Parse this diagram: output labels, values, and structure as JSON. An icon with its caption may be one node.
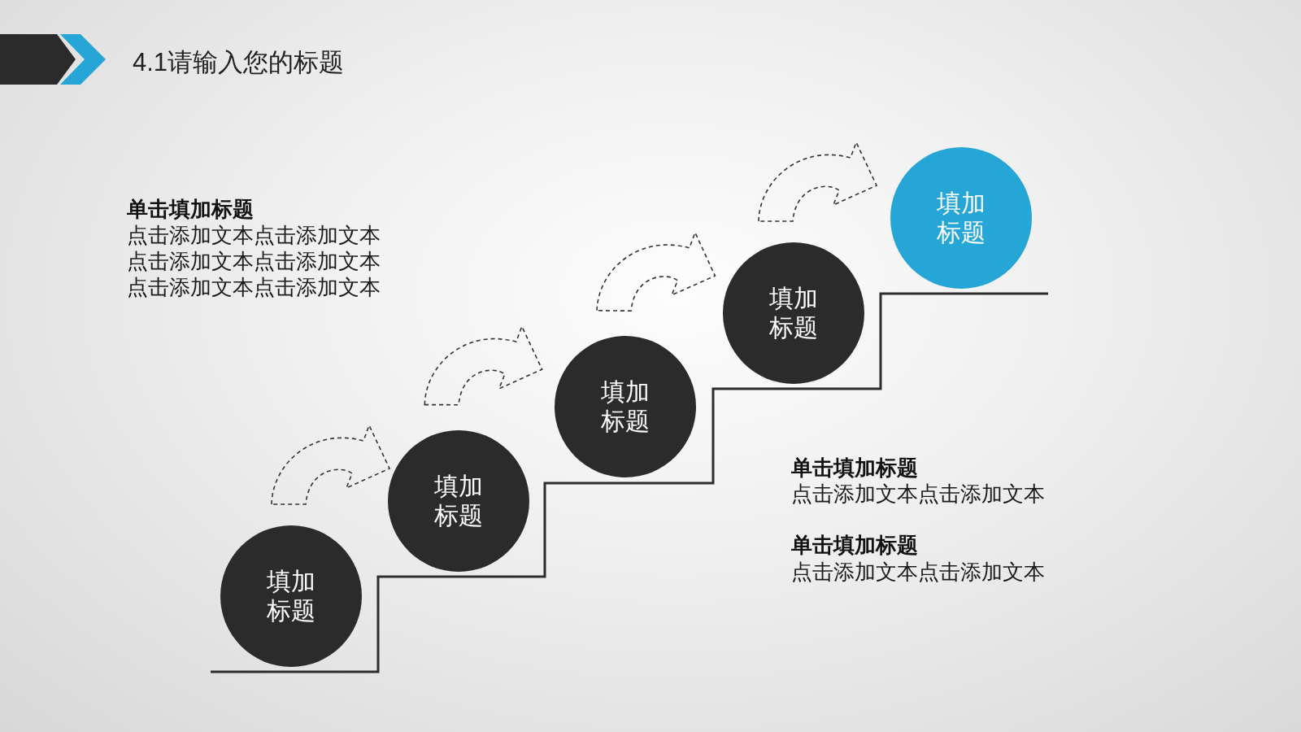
{
  "diagram": {
    "title": "4.1请输入您的标题",
    "nodes": [
      {
        "text": [
          "填加标题"
        ]
      },
      {
        "text": [
          "填加标题"
        ]
      },
      {
        "text": [
          "填加标题"
        ]
      },
      {
        "text": [
          "填加标题"
        ]
      },
      {
        "text": [
          "填加标题"
        ]
      }
    ],
    "edges": [
      {
        "from": 0,
        "to": 1,
        "arrow": "to",
        "style": "dashed"
      },
      {
        "from": 1,
        "to": 2,
        "arrow": "to",
        "style": "dashed"
      },
      {
        "from": 2,
        "to": 3,
        "arrow": "to",
        "style": "dashed"
      },
      {
        "from": 3,
        "to": 4,
        "arrow": "to",
        "style": "dashed"
      }
    ],
    "labels": [
      "单击填加标题",
      "点击添加文本点击添加文本点击添加文本点击添加文本点击添加文本点击添加文本",
      "单击填加标题",
      "点击添加文本点击添加文本",
      "单击填加标题",
      "点击添加文本点击添加文本"
    ]
  }
}
